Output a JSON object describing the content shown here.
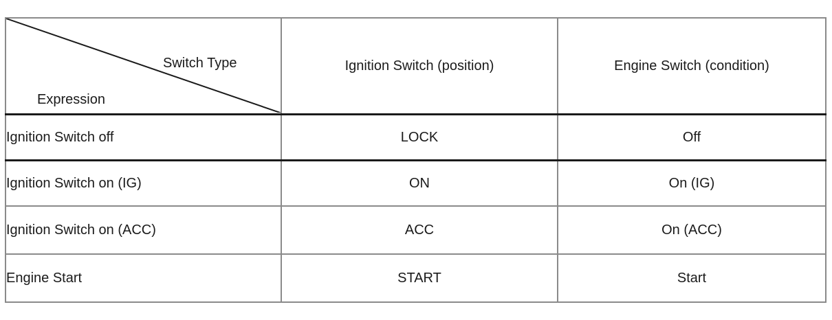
{
  "table": {
    "corner": {
      "column_header_label": "Switch Type",
      "row_header_label": "Expression"
    },
    "columns": [
      "Ignition Switch (position)",
      "Engine Switch (condition)"
    ],
    "rows": [
      {
        "expression": "Ignition Switch off",
        "ignition_switch_position": "LOCK",
        "engine_switch_condition": "Off"
      },
      {
        "expression": "Ignition Switch on (IG)",
        "ignition_switch_position": "ON",
        "engine_switch_condition": "On (IG)"
      },
      {
        "expression": "Ignition Switch on (ACC)",
        "ignition_switch_position": "ACC",
        "engine_switch_condition": "On (ACC)"
      },
      {
        "expression": "Engine Start",
        "ignition_switch_position": "START",
        "engine_switch_condition": "Start"
      }
    ]
  },
  "colors": {
    "text": "#1a1a1a",
    "rule_strong": "#1a1a1a",
    "rule_light": "#8a8a8a",
    "background": "#ffffff"
  }
}
